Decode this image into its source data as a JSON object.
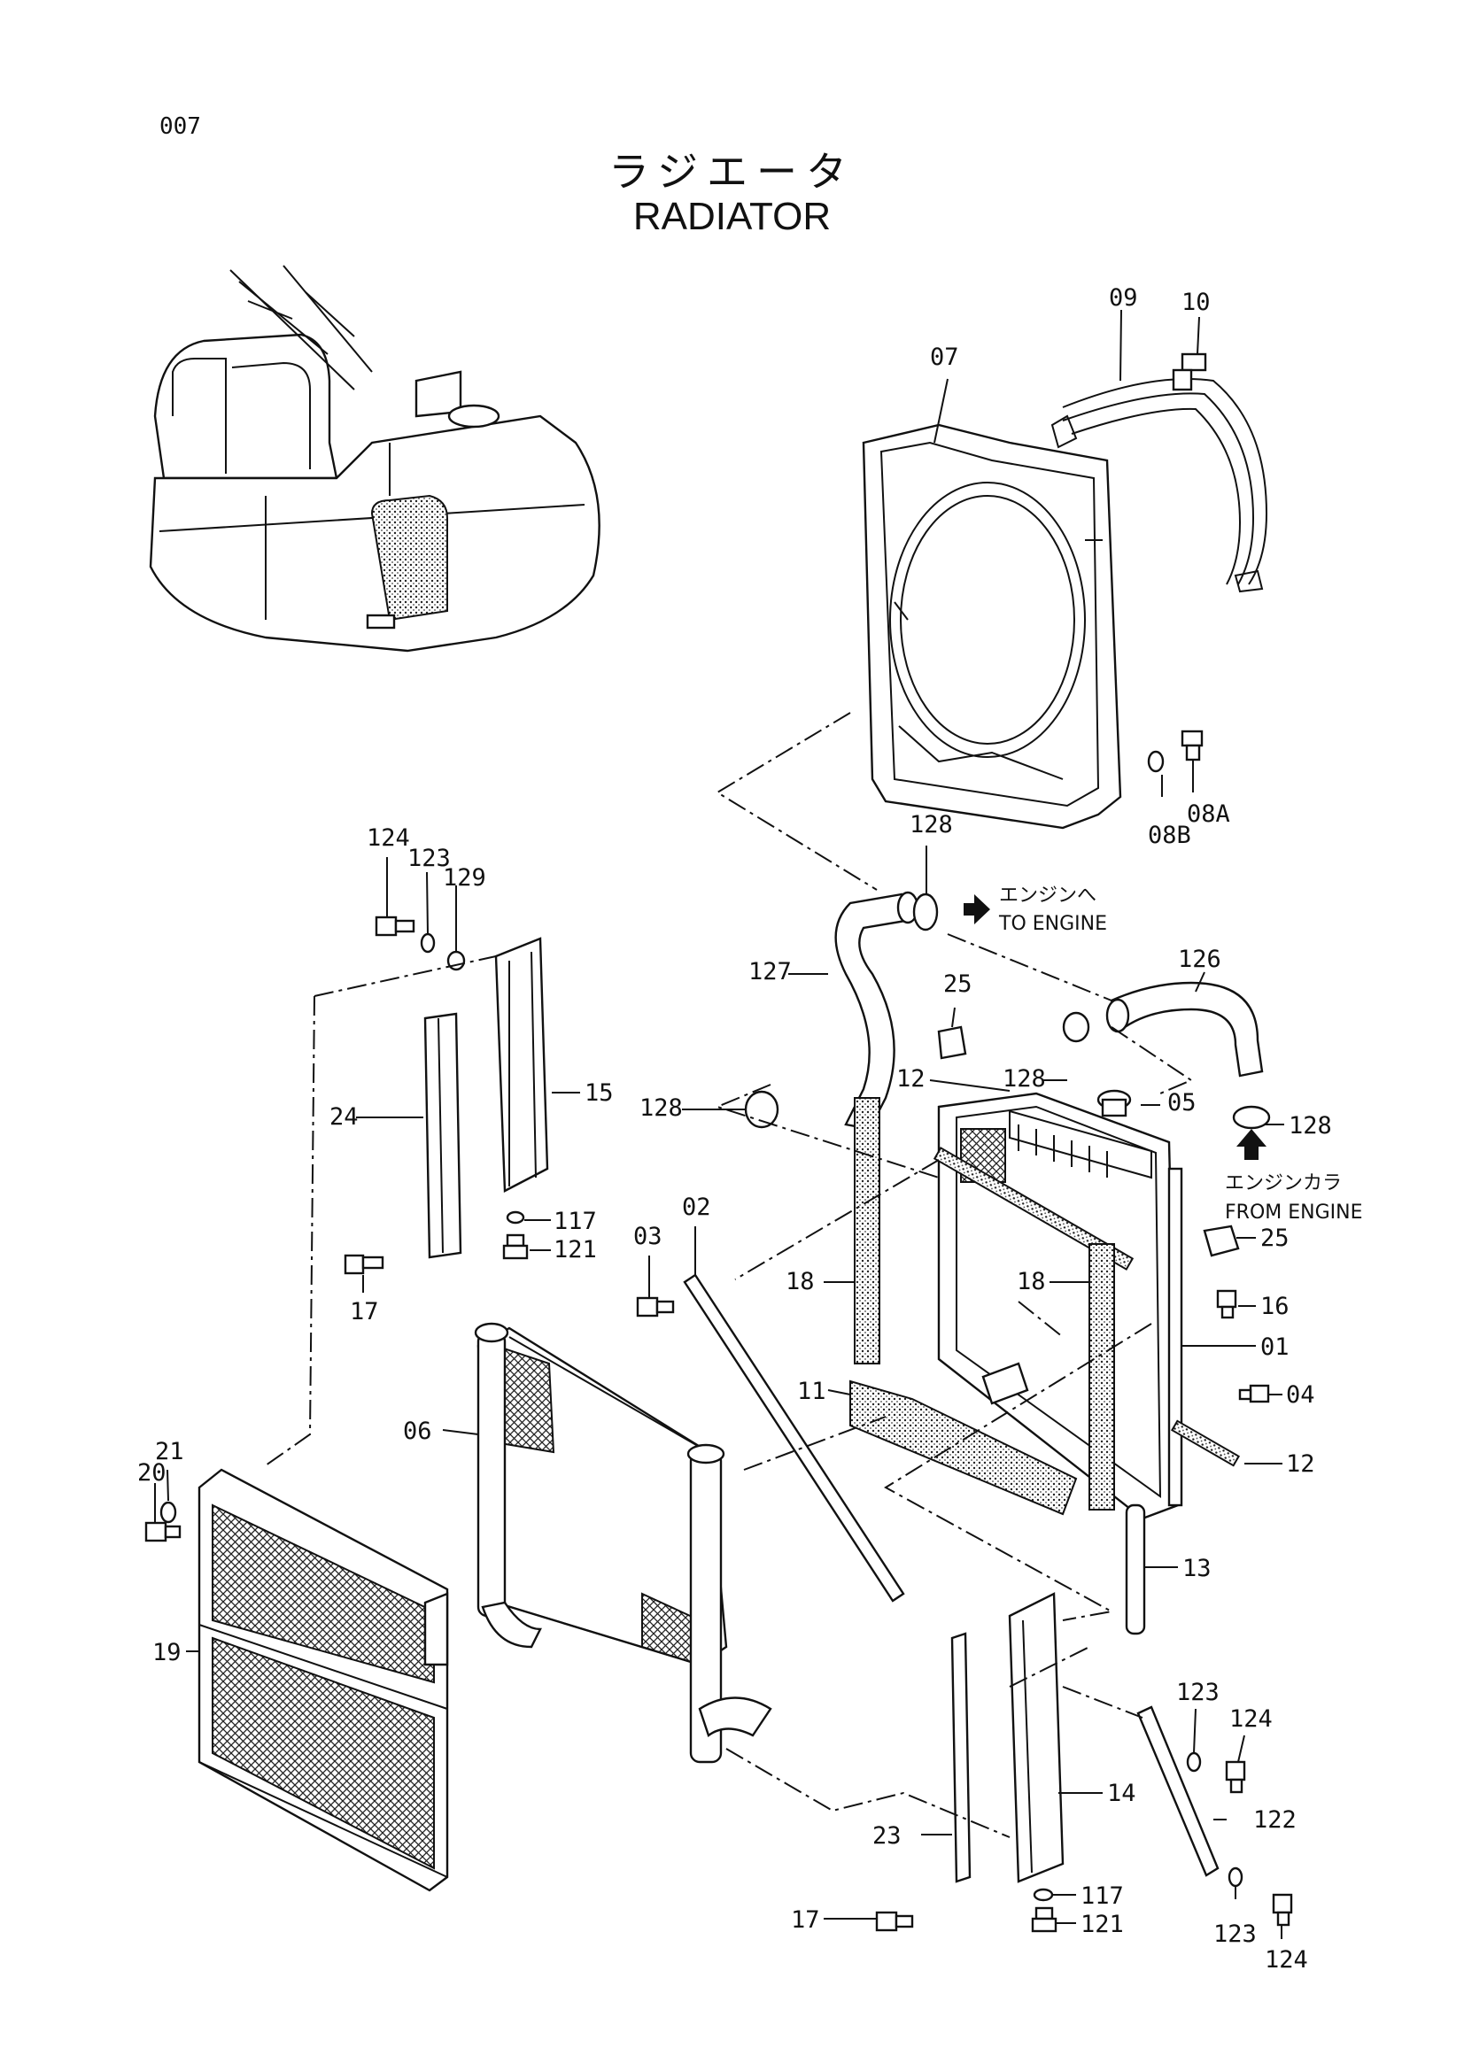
{
  "page_number": "007",
  "title_jp": "ラジエータ",
  "title_en": "RADIATOR",
  "notes": {
    "to_engine_jp": "エンジンへ",
    "to_engine_en": "TO ENGINE",
    "from_engine_jp": "エンジンカラ",
    "from_engine_en": "FROM ENGINE"
  },
  "labels": [
    {
      "id": "p09",
      "text": "09"
    },
    {
      "id": "p10",
      "text": "10"
    },
    {
      "id": "p07",
      "text": "07"
    },
    {
      "id": "p08a",
      "text": "08A"
    },
    {
      "id": "p08b",
      "text": "08B"
    },
    {
      "id": "p124a",
      "text": "124"
    },
    {
      "id": "p123a",
      "text": "123"
    },
    {
      "id": "p129",
      "text": "129"
    },
    {
      "id": "p128a",
      "text": "128"
    },
    {
      "id": "p127",
      "text": "127"
    },
    {
      "id": "p126",
      "text": "126"
    },
    {
      "id": "p25a",
      "text": "25"
    },
    {
      "id": "p128b",
      "text": "128"
    },
    {
      "id": "p12a",
      "text": "12"
    },
    {
      "id": "p05",
      "text": "05"
    },
    {
      "id": "p128c",
      "text": "128"
    },
    {
      "id": "p128d",
      "text": "128"
    },
    {
      "id": "p15",
      "text": "15"
    },
    {
      "id": "p24",
      "text": "24"
    },
    {
      "id": "p117a",
      "text": "117"
    },
    {
      "id": "p121a",
      "text": "121"
    },
    {
      "id": "p17a",
      "text": "17"
    },
    {
      "id": "p02",
      "text": "02"
    },
    {
      "id": "p03",
      "text": "03"
    },
    {
      "id": "p18a",
      "text": "18"
    },
    {
      "id": "p18b",
      "text": "18"
    },
    {
      "id": "p25b",
      "text": "25"
    },
    {
      "id": "p16",
      "text": "16"
    },
    {
      "id": "p01",
      "text": "01"
    },
    {
      "id": "p04",
      "text": "04"
    },
    {
      "id": "p11",
      "text": "11"
    },
    {
      "id": "p12b",
      "text": "12"
    },
    {
      "id": "p06",
      "text": "06"
    },
    {
      "id": "p20",
      "text": "20"
    },
    {
      "id": "p21",
      "text": "21"
    },
    {
      "id": "p13",
      "text": "13"
    },
    {
      "id": "p19",
      "text": "19"
    },
    {
      "id": "p123b",
      "text": "123"
    },
    {
      "id": "p124b",
      "text": "124"
    },
    {
      "id": "p14",
      "text": "14"
    },
    {
      "id": "p122",
      "text": "122"
    },
    {
      "id": "p23",
      "text": "23"
    },
    {
      "id": "p117b",
      "text": "117"
    },
    {
      "id": "p17b",
      "text": "17"
    },
    {
      "id": "p121b",
      "text": "121"
    },
    {
      "id": "p123c",
      "text": "123"
    },
    {
      "id": "p124c",
      "text": "124"
    }
  ]
}
